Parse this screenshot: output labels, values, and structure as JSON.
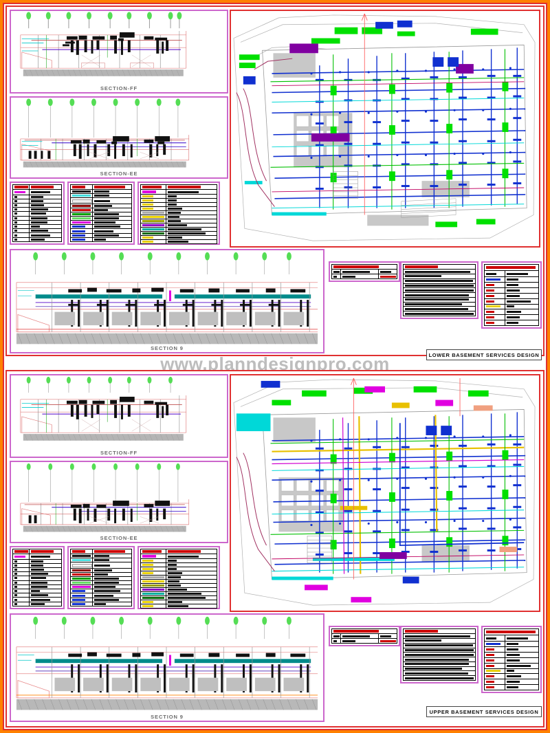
{
  "document": {
    "type": "CAD drawing sheet",
    "watermark": "www.planndesignpro.com"
  },
  "sheets": [
    {
      "id": "lower",
      "title": "LOWER BASEMENT SERVICES DESIGN",
      "sections": [
        {
          "label": "SECTION-FF"
        },
        {
          "label": "SECTION-EE"
        },
        {
          "label": "SECTION 9"
        }
      ]
    },
    {
      "id": "upper",
      "title": "UPPER BASEMENT SERVICES DESIGN",
      "sections": [
        {
          "label": "SECTION-FF"
        },
        {
          "label": "SECTION-EE"
        },
        {
          "label": "SECTION 9"
        }
      ]
    }
  ],
  "legends": {
    "abbreviations": {
      "header_left": "ABBREVIATION",
      "header_right": "DESCRIPTION",
      "col1": "SYMBOL",
      "col2": "DESCRIPTION",
      "rows": [
        {
          "abbr": "SA",
          "desc": "SUPPLY AIR DUCT"
        },
        {
          "abbr": "RA",
          "desc": "RETURN AIR DUCT"
        },
        {
          "abbr": "EXD",
          "desc": "EXHAUST AIR DUCT"
        },
        {
          "abbr": "FAD",
          "desc": "FRESH AIR INTAKE DUCT"
        },
        {
          "abbr": "SMKD",
          "desc": "SMOKE EXTRACT DUCT"
        },
        {
          "abbr": "CHWS",
          "desc": "CHILLED WATER SUPPLY"
        },
        {
          "abbr": "CHWR",
          "desc": "CHILLED WATER RETURN"
        },
        {
          "abbr": "FD",
          "desc": "FIRE DAMPER"
        },
        {
          "abbr": "VCD",
          "desc": "VOLUME CONTROL DAMPER"
        },
        {
          "abbr": "MVD",
          "desc": "MOTORISED VOLUME DAMPER"
        },
        {
          "abbr": "AHU",
          "desc": "AIR HANDLING UNIT"
        }
      ]
    },
    "hvac": {
      "header_left": "HVAC",
      "header_right": "LEGEND",
      "rows": [
        {
          "swatch": "bar-blk",
          "desc": "SUPPLY AIR DUCT"
        },
        {
          "swatch": "bar-cyn",
          "desc": "RETURN AIR DUCT"
        },
        {
          "swatch": "bar-wht",
          "desc": "EXHAUST AIR DUCT"
        },
        {
          "swatch": "bar-dred",
          "desc": "SMOKE EXTRACT DUCT"
        },
        {
          "swatch": "bar-red",
          "desc": "FRESH AIR DUCT"
        },
        {
          "swatch": "bar-grn",
          "desc": "CHILLED WATER SUPPLY PIPE"
        },
        {
          "swatch": "bar-lgrn",
          "desc": "CHILLED WATER RETURN PIPE"
        },
        {
          "swatch": "bar-mag",
          "desc": "CONDENSATE DRAIN PIPE"
        },
        {
          "swatch": "icon-2",
          "desc": "SUPPLY / RETURN AIR GRILLE"
        },
        {
          "swatch": "icon-3",
          "desc": "AIR TERMINAL DEVICE"
        },
        {
          "swatch": "icon-4",
          "desc": "DIFFUSER / CEILING OUTLET"
        },
        {
          "swatch": "icon-5",
          "desc": "ACCESS PANEL"
        }
      ]
    },
    "plumbing": {
      "header_left": "PLUMBING",
      "header_right": "LEGEND",
      "col1": "SYMBOL",
      "col2": "DESCRIPTION",
      "rows": [
        {
          "swatch": "icon-y1",
          "desc": "TAP"
        },
        {
          "swatch": "icon-y2",
          "desc": "TRAP"
        },
        {
          "swatch": "icon-y3",
          "desc": "GULLY"
        },
        {
          "swatch": "icon-y4",
          "desc": "FLOOR DRAIN"
        },
        {
          "swatch": "bar-gry",
          "desc": "SOIL WASTE"
        },
        {
          "swatch": "bar-ylw",
          "desc": "SOIL PIPE"
        },
        {
          "swatch": "bar-olv",
          "desc": "WASTE PIPE"
        },
        {
          "swatch": "bar-pur",
          "desc": "RAIN WATER PIPE"
        },
        {
          "swatch": "bar-tel",
          "desc": "DOMESTIC WATER SUPPLY LINE"
        },
        {
          "swatch": "bar-dgrn",
          "desc": "PRESSURISED WATER SUPPLY LINE"
        },
        {
          "swatch": "icon-p1",
          "desc": "WATER METER"
        },
        {
          "swatch": "icon-p2",
          "desc": "NON RETURN VALVE"
        }
      ]
    },
    "fire": {
      "header": "FIRE FIGHTING LEGEND",
      "col1": "SYMBOL",
      "col2": "DESCRIPTION",
      "rows": [
        {
          "swatch": "bar-blu",
          "desc": "SPRINKLER LINE"
        },
        {
          "swatch": "icon-f1",
          "desc": "WET RISER DOWN"
        },
        {
          "swatch": "icon-f2",
          "desc": "SPRINKLER RISER"
        },
        {
          "swatch": "icon-f3",
          "desc": "PUMP CONNECTION"
        },
        {
          "swatch": "icon-f4",
          "desc": "FIRE HYDRANT / LANDING VALVE"
        },
        {
          "swatch": "bar-ylw",
          "desc": "HOSE REEL"
        },
        {
          "swatch": "icon-f5",
          "desc": "FIRE EXTINGUISHER"
        },
        {
          "swatch": "icon-f6",
          "desc": "BREECHING INLET"
        },
        {
          "swatch": "icon-f7",
          "desc": "FIRE PUMP ROOM"
        }
      ]
    }
  },
  "schedule": {
    "header": "EQUIPMENT SCHEDULE",
    "columns": [
      "NO.",
      "DESCRIPTION",
      "REMARK"
    ],
    "rows": [
      {
        "no": "1",
        "description": "FIRE PUMP SET",
        "remark": ""
      }
    ]
  },
  "general_notes": {
    "header": "GENERAL NOTES",
    "items": [
      "1. ALL DIMENSIONS ARE IN MILLIMETERS UNLESS NOTED OTHERWISE.",
      "2. DO NOT SCALE THE DRAWING.",
      "3. ALL WORK SHALL COMPLY WITH LOCAL CODES AND NBC REQUIREMENTS.",
      "4. CONTRACTOR SHALL VERIFY ALL DIMENSIONS AT SITE BEFORE FABRICATION.",
      "5. DUCT SIZES SHOWN ARE CLEAR INSIDE DIMENSIONS EXCLUDING INSULATION.",
      "6. ALL PIPES SHALL BE SUPPORTED AT MAXIMUM 3.0 M INTERVALS.",
      "7. REFER TO ARCHITECTURAL DRAWINGS FOR LEVELS AND FINISHES.",
      "8. COORDINATE SERVICES WITH STRUCTURAL BEAM LAYOUT.",
      "9. PROVIDE FIRE DAMPERS AT ALL FIRE COMPARTMENT CROSSINGS.",
      "10. ALL EQUIPMENT TO BE APPROVED BY CONSULTANT PRIOR TO INSTALLATION."
    ]
  },
  "colors": {
    "border_outer": "#ff8000",
    "border_inner": "#e03030",
    "panel_border": "#cc66cc",
    "plan_border": "#e03030",
    "watermark": "#bdbdbd",
    "duct_blue": "#1030d0",
    "pipe_green": "#00d000",
    "pipe_cyan": "#00d8d8",
    "pipe_magenta": "#e000e0",
    "pipe_yellow": "#e8d000",
    "section_teal": "#008b8b",
    "tree_green": "#55dd55",
    "ground_gray": "#b4b4b4"
  }
}
